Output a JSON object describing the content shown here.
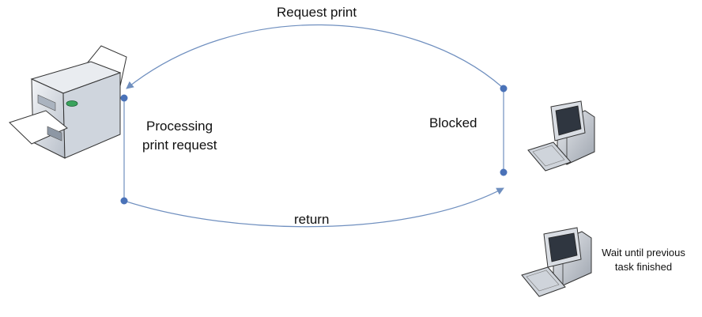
{
  "labels": {
    "request_print": "Request print",
    "processing_line1": "Processing",
    "processing_line2": "print request",
    "blocked": "Blocked",
    "return": "return",
    "wait_line1": "Wait until previous",
    "wait_line2": "task finished"
  },
  "icons": {
    "printer": "printer-icon",
    "computer_active": "desktop-computer-icon",
    "computer_waiting": "desktop-computer-icon"
  },
  "colors": {
    "connector": "#6f8fbf",
    "dot": "#4a72b8",
    "text": "#111111"
  }
}
